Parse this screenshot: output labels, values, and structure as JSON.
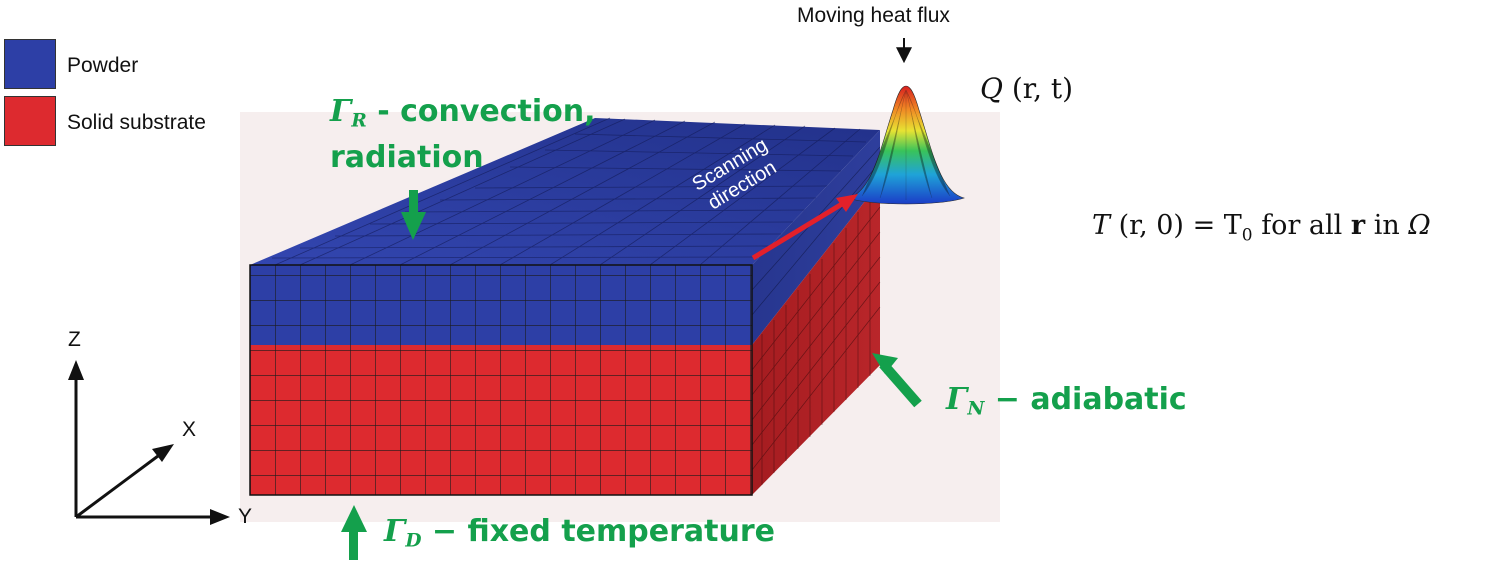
{
  "legend": {
    "items": [
      {
        "label": "Powder",
        "color": "#2d3fa6"
      },
      {
        "label": "Solid substrate",
        "color": "#dd2a2f"
      }
    ]
  },
  "labels": {
    "heat_flux": "Moving heat flux",
    "q_symbol": "Q",
    "q_args": "(r, t)",
    "gamma_r_symbol": "Γ",
    "gamma_r_sub": "R",
    "gamma_r_text_1": " - convection,",
    "gamma_r_text_2": "radiation",
    "scanning_1": "Scanning",
    "scanning_2": "direction",
    "init_lhs_symbol": "T",
    "init_lhs_args": "(r, 0)",
    "init_rhs_symbol": "= T",
    "init_rhs_sub": "0",
    "init_rhs_text_1": " for all ",
    "init_rhs_r": "r",
    "init_rhs_text_2": " in ",
    "init_rhs_omega": "Ω",
    "gamma_n_symbol": "Γ",
    "gamma_n_sub": "N",
    "gamma_n_text": " − adiabatic",
    "gamma_d_symbol": "Γ",
    "gamma_d_sub": "D",
    "gamma_d_text": " − fixed temperature"
  },
  "axes": {
    "z": "Z",
    "x": "X",
    "y": "Y"
  },
  "colors": {
    "powder": "#2d3fa6",
    "substrate": "#dd2a2f",
    "boundary_arrow": "#14a04c",
    "scan_arrow": "#e3202a"
  }
}
